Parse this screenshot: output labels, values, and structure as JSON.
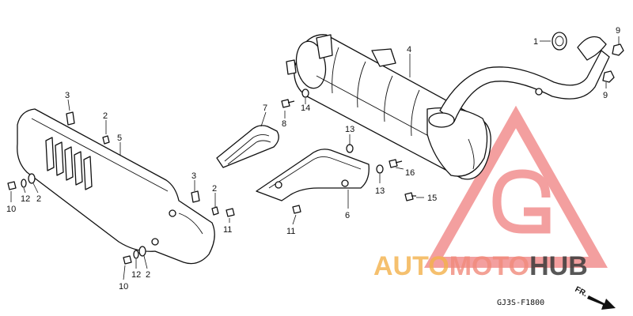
{
  "diagram": {
    "code": "GJ3S-F1800",
    "front_label": "FR.",
    "callouts": [
      {
        "id": "c1",
        "text": "1"
      },
      {
        "id": "c2a",
        "text": "2"
      },
      {
        "id": "c2b",
        "text": "2"
      },
      {
        "id": "c2c",
        "text": "2"
      },
      {
        "id": "c2d",
        "text": "2"
      },
      {
        "id": "c3a",
        "text": "3"
      },
      {
        "id": "c3b",
        "text": "3"
      },
      {
        "id": "c4",
        "text": "4"
      },
      {
        "id": "c5",
        "text": "5"
      },
      {
        "id": "c6",
        "text": "6"
      },
      {
        "id": "c7",
        "text": "7"
      },
      {
        "id": "c8",
        "text": "8"
      },
      {
        "id": "c9a",
        "text": "9"
      },
      {
        "id": "c9b",
        "text": "9"
      },
      {
        "id": "c10a",
        "text": "10"
      },
      {
        "id": "c10b",
        "text": "10"
      },
      {
        "id": "c11a",
        "text": "11"
      },
      {
        "id": "c11b",
        "text": "11"
      },
      {
        "id": "c12a",
        "text": "12"
      },
      {
        "id": "c12b",
        "text": "12"
      },
      {
        "id": "c13a",
        "text": "13"
      },
      {
        "id": "c13b",
        "text": "13"
      },
      {
        "id": "c14",
        "text": "14"
      },
      {
        "id": "c15",
        "text": "15"
      },
      {
        "id": "c16",
        "text": "16"
      }
    ]
  },
  "watermark": {
    "part1": "AUTO",
    "part2": "MOTO",
    "part3": "HUB",
    "colors": {
      "auto": "#f2b04a",
      "moto": "#f08a7a",
      "hub": "#3a3a3a",
      "triangle": "#ef7f7f"
    }
  }
}
